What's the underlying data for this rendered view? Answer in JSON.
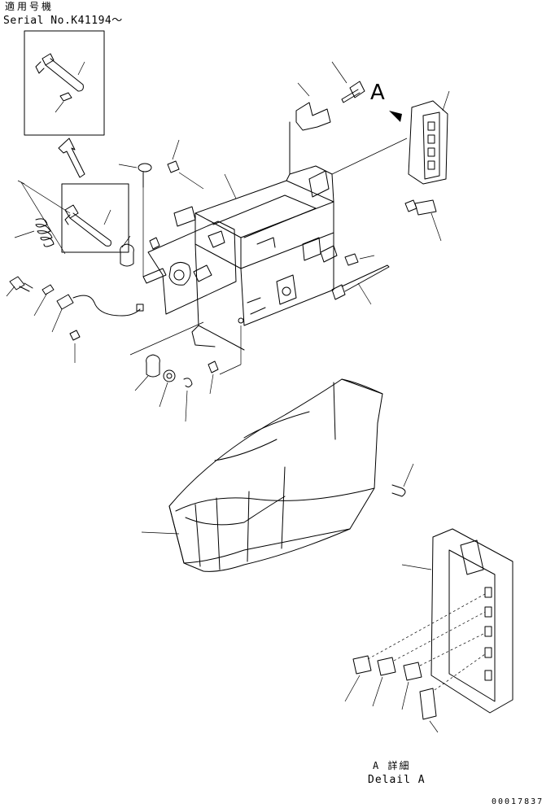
{
  "header": {
    "applicable_serial_jp": "適用号機",
    "serial": "Serial No.K41194～"
  },
  "view_marker": "A",
  "detail": {
    "label_jp": "A 詳細",
    "label_en": "Delail A"
  },
  "drawing_code": "00017837"
}
